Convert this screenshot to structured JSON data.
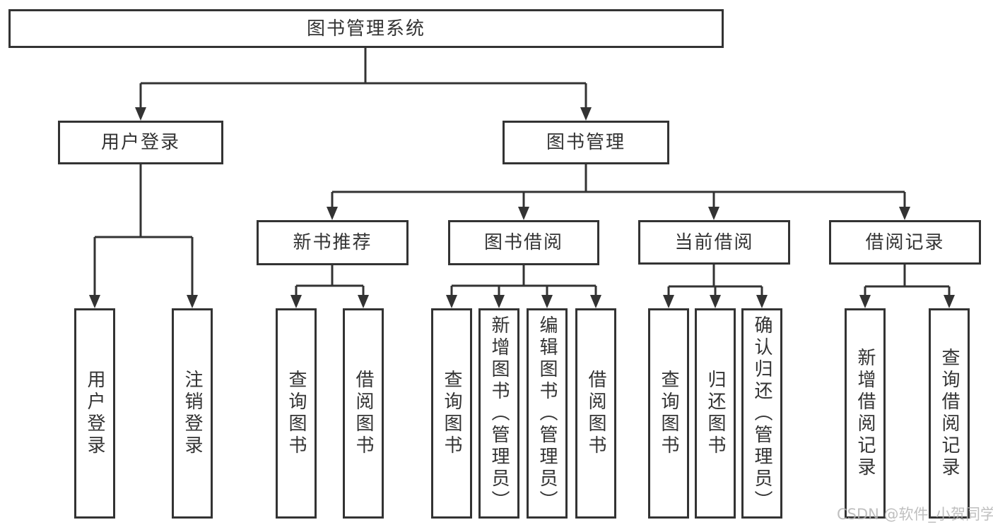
{
  "diagram": {
    "type": "tree",
    "root": {
      "label": "图书管理系统",
      "children": [
        {
          "label": "用户登录",
          "children": [
            {
              "label": "用户登录"
            },
            {
              "label": "注销登录"
            }
          ]
        },
        {
          "label": "图书管理",
          "children": [
            {
              "label": "新书推荐",
              "children": [
                {
                  "label": "查询图书"
                },
                {
                  "label": "借阅图书"
                }
              ]
            },
            {
              "label": "图书借阅",
              "children": [
                {
                  "label": "查询图书"
                },
                {
                  "label": "新增图书（管理员）"
                },
                {
                  "label": "编辑图书（管理员）"
                },
                {
                  "label": "借阅图书"
                }
              ]
            },
            {
              "label": "当前借阅",
              "children": [
                {
                  "label": "查询图书"
                },
                {
                  "label": "归还图书"
                },
                {
                  "label": "确认归还（管理员）"
                }
              ]
            },
            {
              "label": "借阅记录",
              "children": [
                {
                  "label": "新增借阅记录"
                },
                {
                  "label": "查询借阅记录"
                }
              ]
            }
          ]
        }
      ]
    }
  },
  "watermark": {
    "text": "CSDN @软件_小贺同学",
    "color": "#b4b4b4"
  },
  "colors": {
    "line": "#333333",
    "box_border": "#333333",
    "box_fill": "#ffffff",
    "text": "#333333",
    "background": "#ffffff"
  }
}
